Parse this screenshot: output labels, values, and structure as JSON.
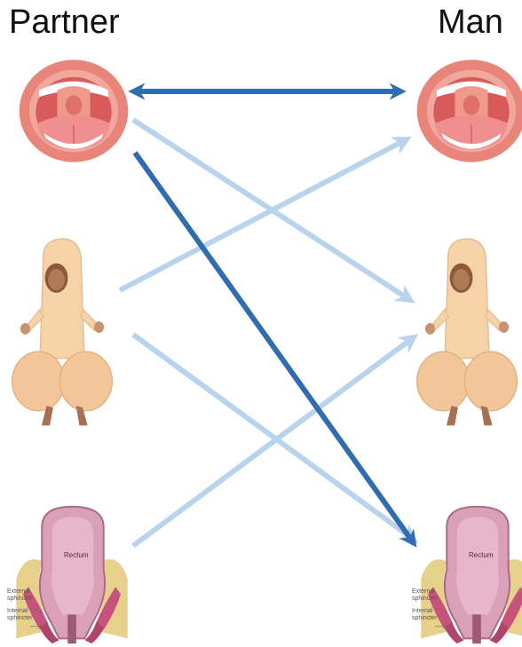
{
  "headers": {
    "left": "Partner",
    "right": "Man"
  },
  "anatomy_labels": {
    "rectum": "Rectum",
    "external_sphincter_line1": "External",
    "external_sphincter_line2": "sphincter",
    "internal_sphincter_line1": "Internal",
    "internal_sphincter_line2": "sphincter"
  },
  "colors": {
    "strong_arrow": "#2f6db3",
    "light_arrow": "#b8d3ee",
    "mouth_lip": "#e8847a",
    "mouth_inside": "#d95a5a",
    "costume": "#f6d2a8"
  },
  "rows": [
    "mouth",
    "penis-costume",
    "anus"
  ],
  "arrows": [
    {
      "from": "partner-mouth",
      "to": "man-mouth",
      "style": "strong",
      "bidirectional": true
    },
    {
      "from": "partner-mouth",
      "to": "man-penis-costume",
      "style": "light"
    },
    {
      "from": "partner-mouth",
      "to": "man-anus",
      "style": "strong"
    },
    {
      "from": "partner-penis-costume",
      "to": "man-mouth",
      "style": "light"
    },
    {
      "from": "partner-penis-costume",
      "to": "man-anus",
      "style": "light"
    },
    {
      "from": "partner-anus",
      "to": "man-penis-costume",
      "style": "light"
    }
  ]
}
